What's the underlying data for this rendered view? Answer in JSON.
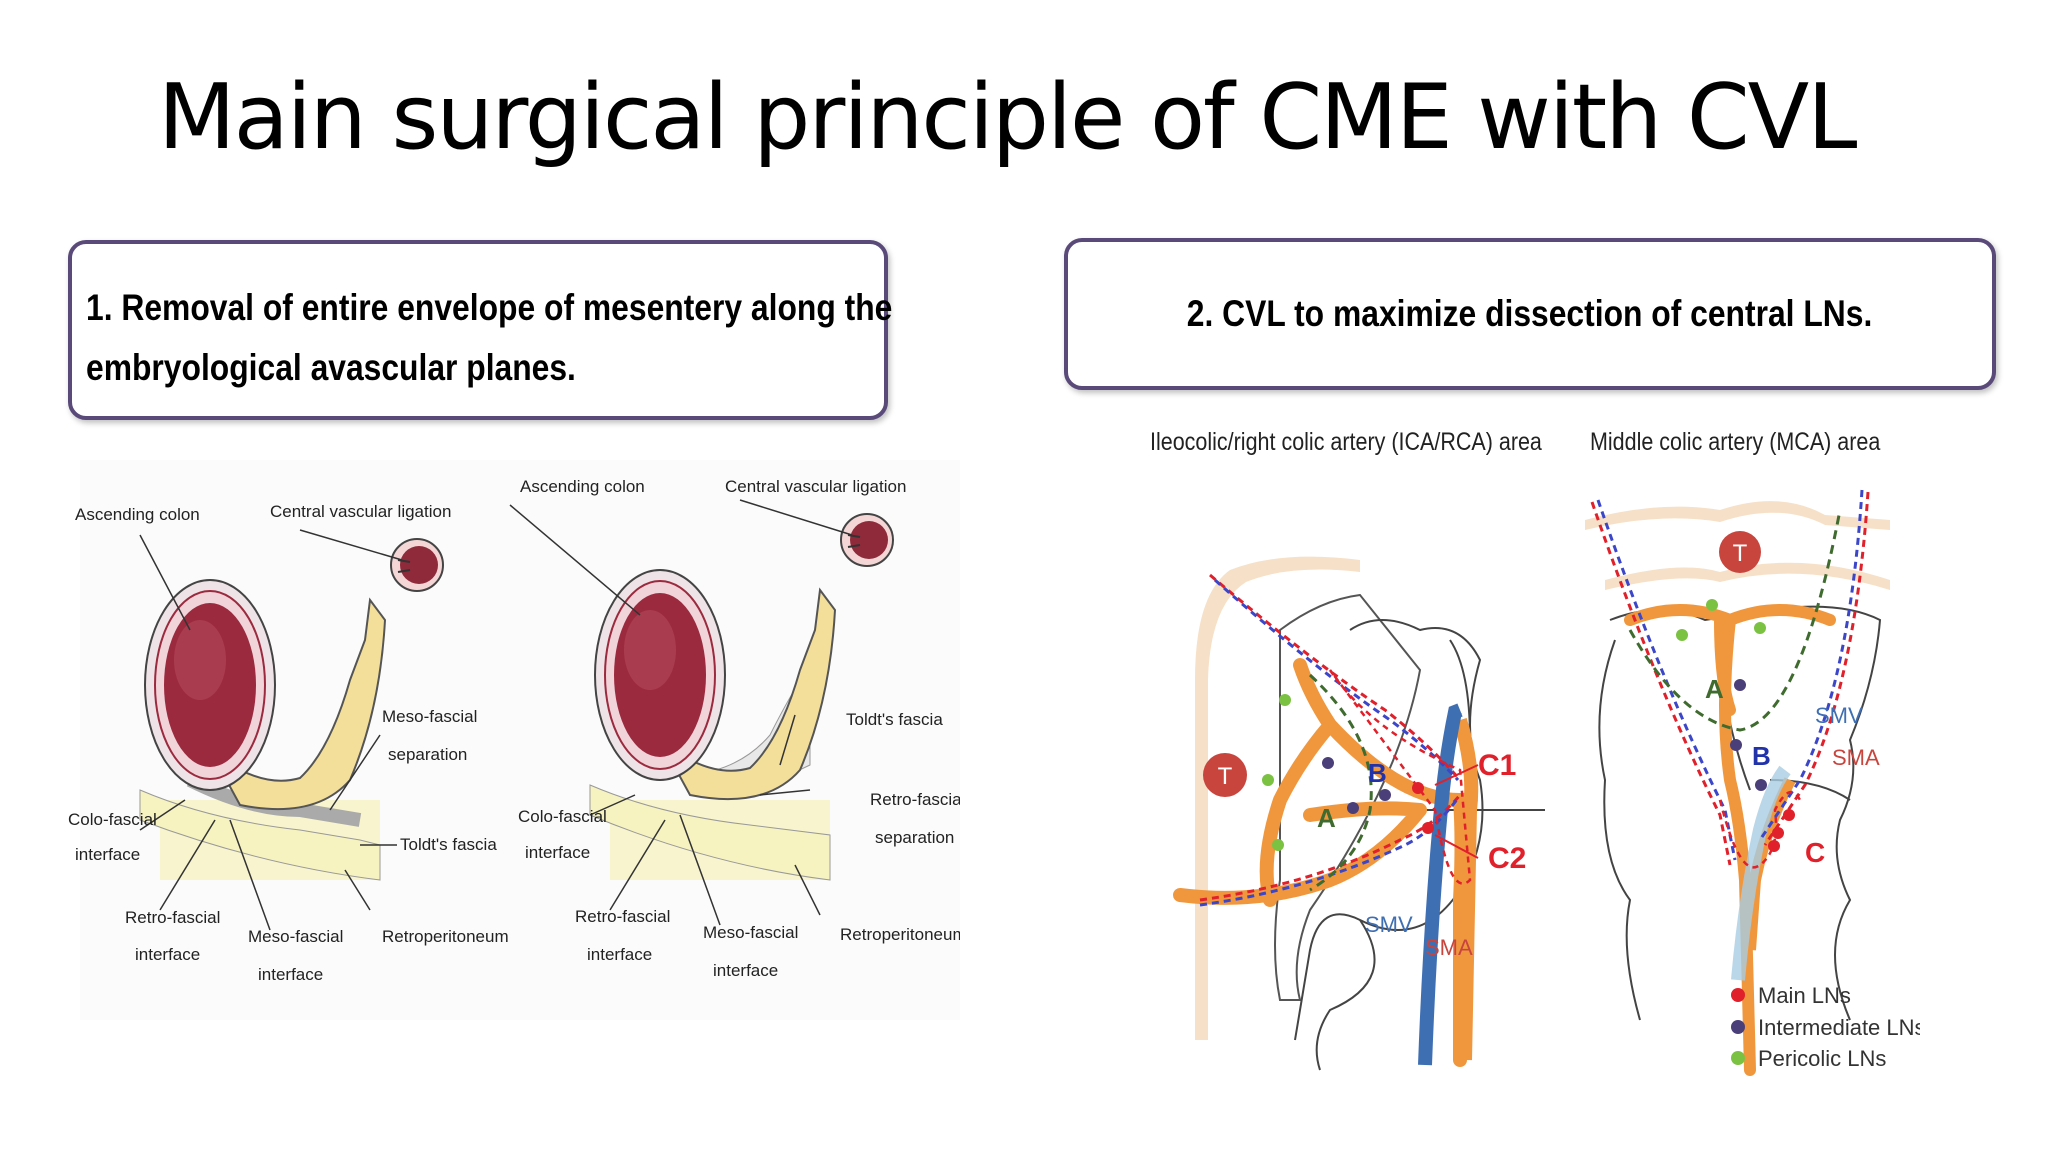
{
  "slide": {
    "title": "Main surgical principle of CME with CVL",
    "box1_line1": "1. Removal of entire envelope of mesentery along the",
    "box1_line2": "embryological avascular planes.",
    "box2_text": "2. CVL to maximize dissection of central LNs."
  },
  "left_figure": {
    "panel_a": {
      "ascending_colon": "Ascending colon",
      "central_ligation": "Central vascular ligation",
      "meso_fascial_sep_1": "Meso-fascial",
      "meso_fascial_sep_2": "separation",
      "colo_fascial_1": "Colo-fascial",
      "colo_fascial_2": "interface",
      "toldts": "Toldt's fascia",
      "retro_fascial_1": "Retro-fascial",
      "retro_fascial_2": "interface",
      "meso_fascial_1": "Meso-fascial",
      "meso_fascial_2": "interface",
      "retroperitoneum": "Retroperitoneum"
    },
    "panel_b": {
      "ascending_colon": "Ascending colon",
      "central_ligation": "Central vascular ligation",
      "toldts": "Toldt's fascia",
      "retro_sep_1": "Retro-fascial",
      "retro_sep_2": "separation",
      "colo_fascial_1": "Colo-fascial",
      "colo_fascial_2": "interface",
      "retro_fascial_1": "Retro-fascial",
      "retro_fascial_2": "interface",
      "meso_fascial_1": "Meso-fascial",
      "meso_fascial_2": "interface",
      "retroperitoneum": "Retroperitoneum"
    }
  },
  "right_figure": {
    "ica_area_label": "Ileocolic/right colic artery (ICA/RCA) area",
    "mca_area_label": "Middle colic artery (MCA) area",
    "ica": {
      "t": "T",
      "a": "A",
      "b": "B",
      "c1": "C1",
      "c2": "C2",
      "smv": "SMV",
      "sma": "SMA"
    },
    "mca": {
      "t": "T",
      "a": "A",
      "b": "B",
      "c": "C",
      "smv": "SMV",
      "sma": "SMA"
    },
    "legend": [
      {
        "label": "Main LNs",
        "color": "#e0202a"
      },
      {
        "label": "Intermediate LNs",
        "color": "#4b3f7a"
      },
      {
        "label": "Pericolic LNs",
        "color": "#7cc242"
      }
    ]
  },
  "colors": {
    "box_border": "#5a4a7a",
    "artery": "#f0973e",
    "vein": "#3f6fb3",
    "main_ln": "#e0202a",
    "intermediate_ln": "#4b3f7a",
    "pericolic_ln": "#7cc242",
    "colon_wall": "#9c2a3e",
    "fat": "#f3df9a"
  }
}
